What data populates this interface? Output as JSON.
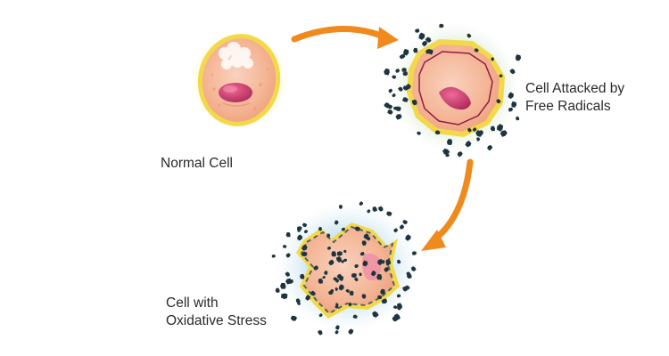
{
  "labels": {
    "normal_cell": "Normal Cell",
    "attacked_cell": [
      "Cell Attacked by",
      "Free Radicals"
    ],
    "oxidative_stress": [
      "Cell with",
      "Oxidative Stress"
    ]
  },
  "colors": {
    "arrow": "#F08A1C",
    "cell_membrane": "#F3D94A",
    "cytoplasm": "#F4B494",
    "nucleus": "#C6366A",
    "radical": "#1E3540",
    "inner_membrane": "#8C1E4A",
    "damaged_outline": "#4E6565"
  },
  "icons": [
    "normal-cell-icon",
    "attacked-cell-icon",
    "stressed-cell-icon",
    "free-radical-icon",
    "arrow-icon"
  ]
}
